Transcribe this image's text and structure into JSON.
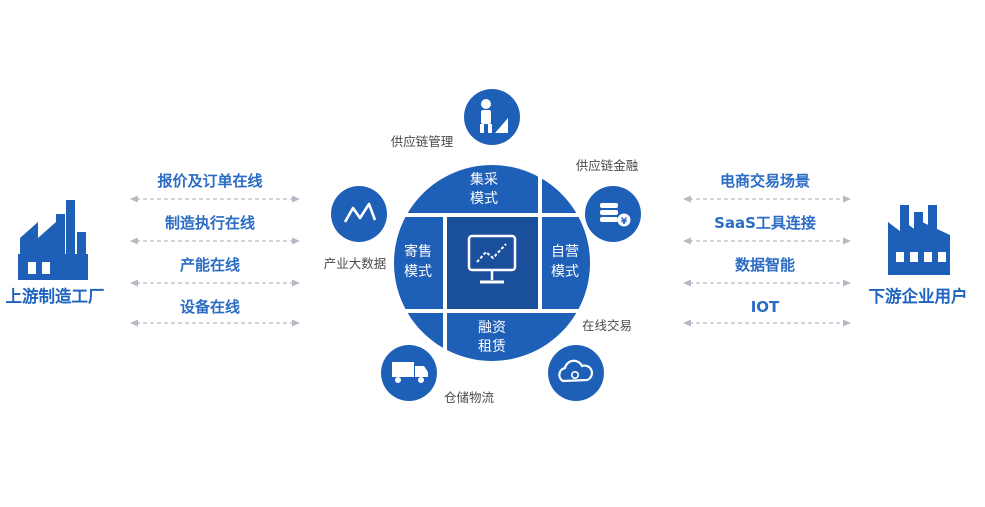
{
  "left_party": {
    "label": "上游制造工厂"
  },
  "right_party": {
    "label": "下游企业用户"
  },
  "left_items": [
    "报价及订单在线",
    "制造执行在线",
    "产能在线",
    "设备在线"
  ],
  "right_items": [
    "电商交易场景",
    "SaaS工具连接",
    "数据智能",
    "IOT"
  ],
  "center": {
    "top": {
      "line1": "集采",
      "line2": "模式"
    },
    "left": {
      "line1": "寄售",
      "line2": "模式"
    },
    "right": {
      "line1": "自营",
      "line2": "模式"
    },
    "bottom": {
      "line1": "融资",
      "line2": "租赁"
    }
  },
  "satellites": {
    "supply_chain_mgmt": "供应链管理",
    "supply_chain_finance": "供应链金融",
    "industry_big_data": "产业大数据",
    "online_trading": "在线交易",
    "warehouse_logistics": "仓储物流"
  },
  "colors": {
    "primary": "#1e5fb8",
    "accent": "#2b6cc4",
    "dark": "#1a4f9c"
  }
}
